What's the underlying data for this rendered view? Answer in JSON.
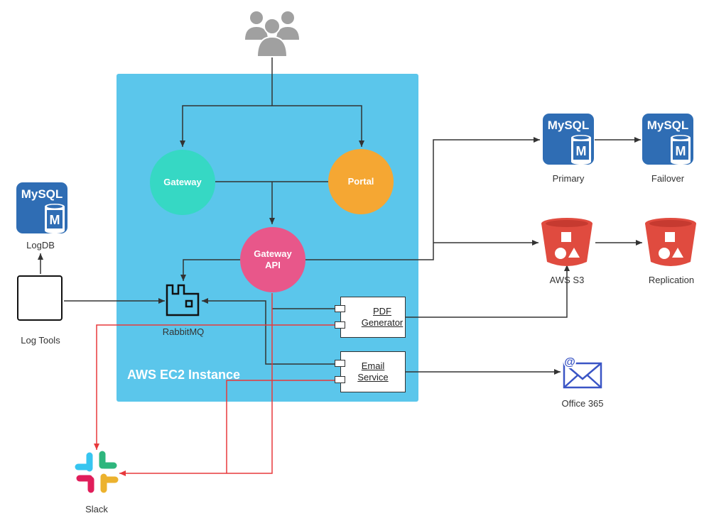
{
  "container": {
    "title": "AWS EC2 Instance",
    "color": "#5bc6eb"
  },
  "nodes": {
    "gateway": {
      "label": "Gateway",
      "color": "#36d8c4"
    },
    "portal": {
      "label": "Portal",
      "color": "#f5a733"
    },
    "gateway_api": {
      "label": "Gateway\nAPI",
      "color": "#e8578a"
    },
    "rabbitmq": {
      "label": "RabbitMQ"
    },
    "pdf_generator": {
      "label": "PDF\nGenerator"
    },
    "email_service": {
      "label": "Email\nService"
    },
    "mysql_primary": {
      "label": "Primary",
      "badge": "MySQL"
    },
    "mysql_failover": {
      "label": "Failover",
      "badge": "MySQL"
    },
    "mysql_logdb": {
      "label": "LogDB",
      "badge": "MySQL"
    },
    "s3": {
      "label": "AWS S3",
      "color": "#e04b3f"
    },
    "s3_replication": {
      "label": "Replication",
      "color": "#e04b3f"
    },
    "office365": {
      "label": "Office 365",
      "color": "#3a55c5"
    },
    "log_tools": {
      "label": "Log Tools"
    },
    "slack": {
      "label": "Slack"
    },
    "mysql_badge_m": "M"
  },
  "colors": {
    "arrow": "#333333",
    "alert_arrow": "#e8383b",
    "mysql": "#2f6db4",
    "users": "#a0a0a0"
  }
}
